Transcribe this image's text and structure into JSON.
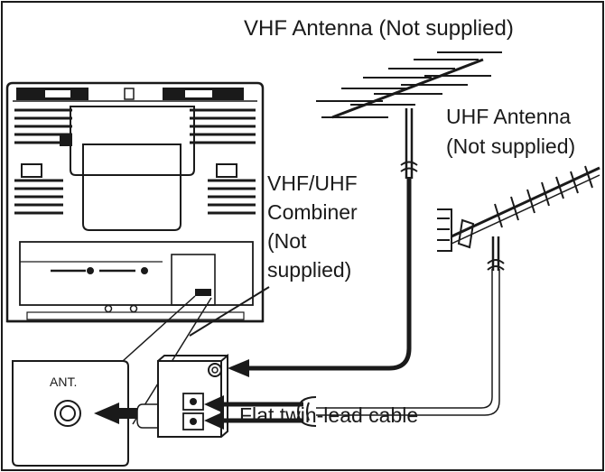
{
  "labels": {
    "vhf_antenna": "VHF Antenna (Not supplied)",
    "uhf_antenna_line1": "UHF Antenna",
    "uhf_antenna_line2": "(Not supplied)",
    "combiner_line1": "VHF/UHF",
    "combiner_line2": "Combiner",
    "combiner_line3": "(Not",
    "combiner_line4": "supplied)",
    "ant_terminal": "ANT.",
    "cable": "Flat twin-lead cable"
  },
  "colors": {
    "ink": "#1a1a1a",
    "background": "#ffffff"
  },
  "icons": [
    "tv-rear-panel",
    "vhf-antenna-icon",
    "uhf-antenna-icon",
    "combiner-box",
    "ant-terminal-icon",
    "arrow-icon"
  ]
}
